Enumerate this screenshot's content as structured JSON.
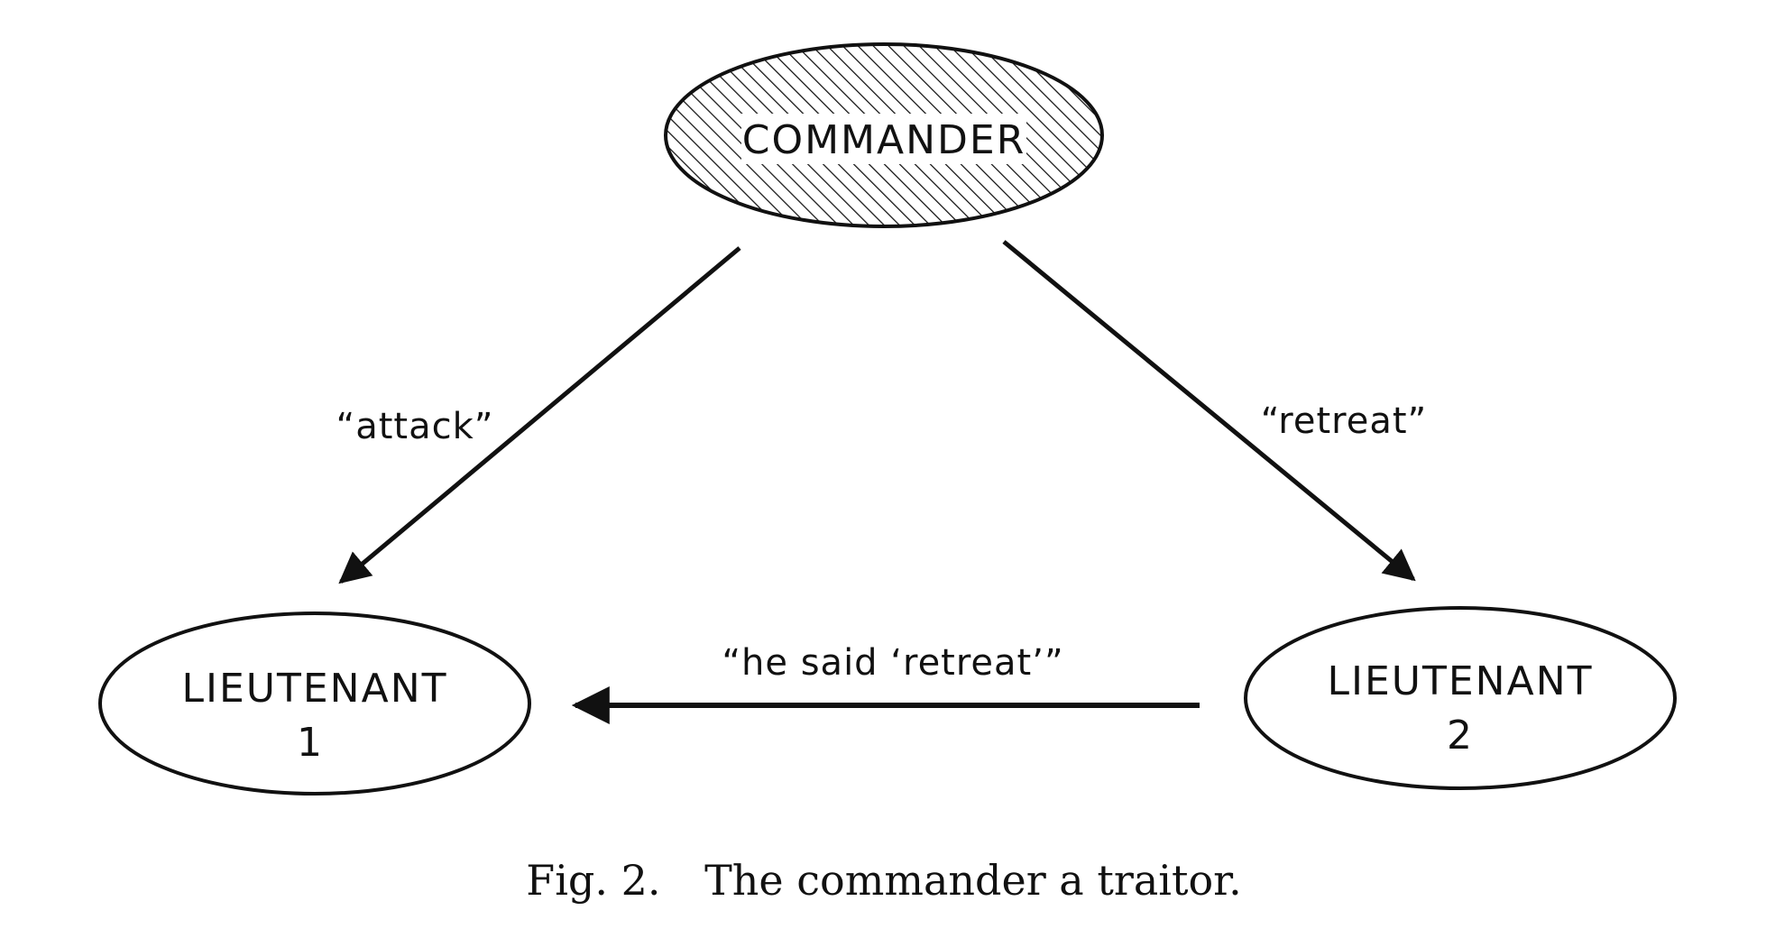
{
  "nodes": {
    "commander": {
      "label": "COMMANDER",
      "style": "hatched",
      "traitor": true
    },
    "lieutenant1": {
      "label_line1": "LIEUTENANT",
      "label_line2": "1"
    },
    "lieutenant2": {
      "label_line1": "LIEUTENANT",
      "label_line2": "2"
    }
  },
  "edges": [
    {
      "from": "commander",
      "to": "lieutenant1",
      "label": "“attack”"
    },
    {
      "from": "commander",
      "to": "lieutenant2",
      "label": "“retreat”"
    },
    {
      "from": "lieutenant2",
      "to": "lieutenant1",
      "label": "“he said ‘retreat’”"
    }
  ],
  "caption": {
    "prefix": "Fig. 2.",
    "text": "The commander a traitor."
  },
  "colors": {
    "stroke": "#111111",
    "background": "#ffffff"
  }
}
